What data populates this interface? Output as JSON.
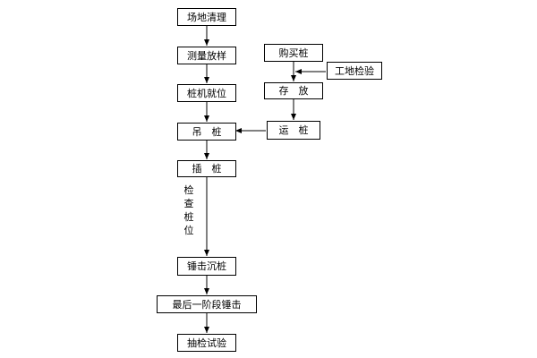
{
  "nodes": {
    "site_clearing": "场地清理",
    "survey_layout": "测量放样",
    "pile_machine_positioning": "桩机就位",
    "lift_pile": "吊　桩",
    "insert_pile": "插　桩",
    "hammer_sink_pile": "锤击沉桩",
    "final_stage_hammering": "最后一阶段锤击",
    "sampling_test": "抽检试验",
    "purchase_pile": "购买桩",
    "site_inspection": "工地检验",
    "storage": "存　放",
    "transport": "运　桩"
  },
  "labels": {
    "check_pile_position": "检查桩位"
  }
}
